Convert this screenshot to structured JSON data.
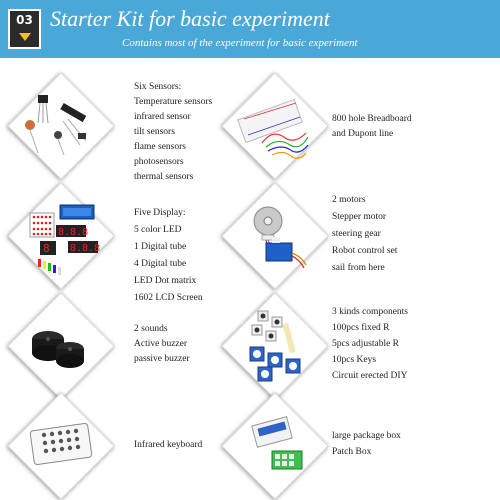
{
  "header": {
    "badge_number": "03",
    "title": "Starter Kit for basic experiment",
    "subtitle": "Contains most of the experiment for basic experiment",
    "banner_color": "#4aa8d8"
  },
  "sensors": {
    "lines": [
      "Six Sensors:",
      "Temperature sensors",
      "infrared sensor",
      "tilt sensors",
      "flame sensors",
      "photosensors",
      "thermal sensors"
    ],
    "icon": "sensors-image"
  },
  "breadboard": {
    "lines": [
      "800 hole Breadboard",
      "and Dupont line"
    ],
    "icon": "breadboard-image"
  },
  "display": {
    "lines": [
      "Five Display:",
      "5 color LED",
      "1 Digital tube",
      "4 Digital tube",
      "LED Dot matrix",
      "1602 LCD Screen"
    ],
    "icon": "display-image"
  },
  "motors": {
    "lines": [
      "2 motors",
      "Stepper motor",
      "steering gear",
      "Robot control set",
      "sail from here"
    ],
    "icon": "motors-image"
  },
  "sounds": {
    "lines": [
      "2 sounds",
      "Active buzzer",
      "passive buzzer"
    ],
    "icon": "buzzer-image"
  },
  "components": {
    "lines": [
      "3 kinds components",
      "100pcs fixed R",
      "5pcs adjustable R",
      "10pcs Keys",
      "Circuit erected DIY"
    ],
    "icon": "components-image"
  },
  "keyboard": {
    "lines": [
      "Infrared keyboard"
    ],
    "icon": "remote-image"
  },
  "package": {
    "lines": [
      "large package box",
      "Patch Box"
    ],
    "icon": "package-box-image"
  }
}
